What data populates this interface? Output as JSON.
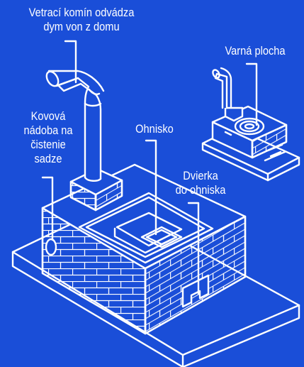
{
  "colors": {
    "background": "#1a4ed8",
    "line": "#ffffff"
  },
  "labels": {
    "chimney": [
      "Vetrací komín odvádza",
      "dym von z domu"
    ],
    "cooktop": "Varná plocha",
    "soot_container": [
      "Kovová",
      "nádoba na",
      "čistenie",
      "sadze"
    ],
    "firebox": "Ohnisko",
    "firebox_door": [
      "Dvierka",
      "do ohniska"
    ]
  }
}
